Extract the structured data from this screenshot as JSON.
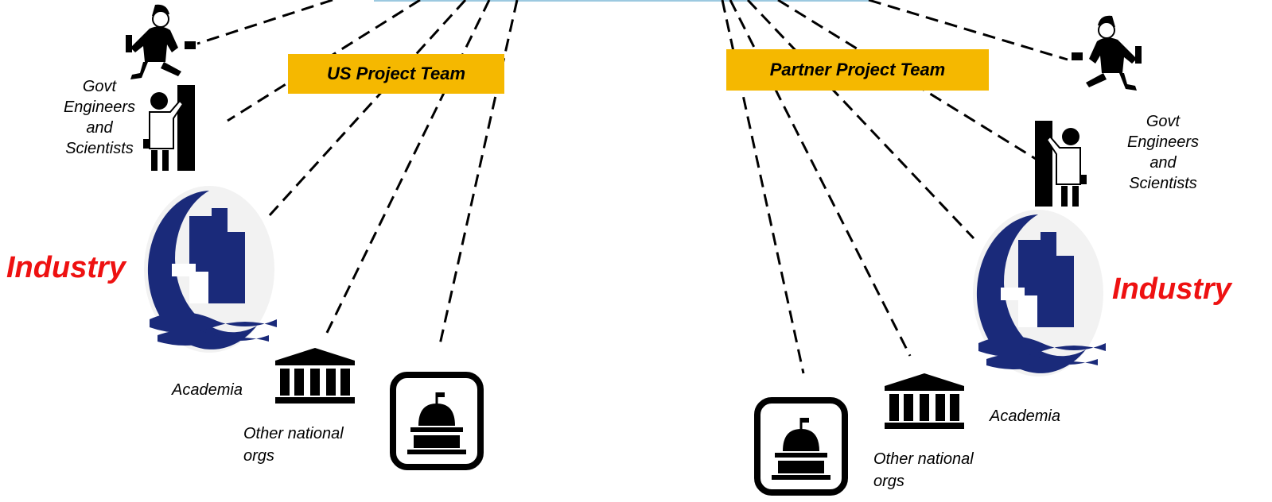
{
  "colors": {
    "team_box": "#F5B800",
    "industry_text": "#ee1111",
    "industry_icon": "#1a2a7a",
    "line": "#000000"
  },
  "left": {
    "team": "US Project Team",
    "govt": "Govt\nEngineers\nand\nScientists",
    "industry": "Industry",
    "academia": "Academia",
    "other": "Other national\norgs"
  },
  "right": {
    "team": "Partner Project Team",
    "govt": "Govt\nEngineers\nand\nScientists",
    "industry": "Industry",
    "academia": "Academia",
    "other": "Other national\norgs"
  },
  "icons": [
    "worker-running-icon",
    "engineer-at-board-icon",
    "industry-building-icon",
    "university-building-icon",
    "capitol-dome-icon"
  ]
}
